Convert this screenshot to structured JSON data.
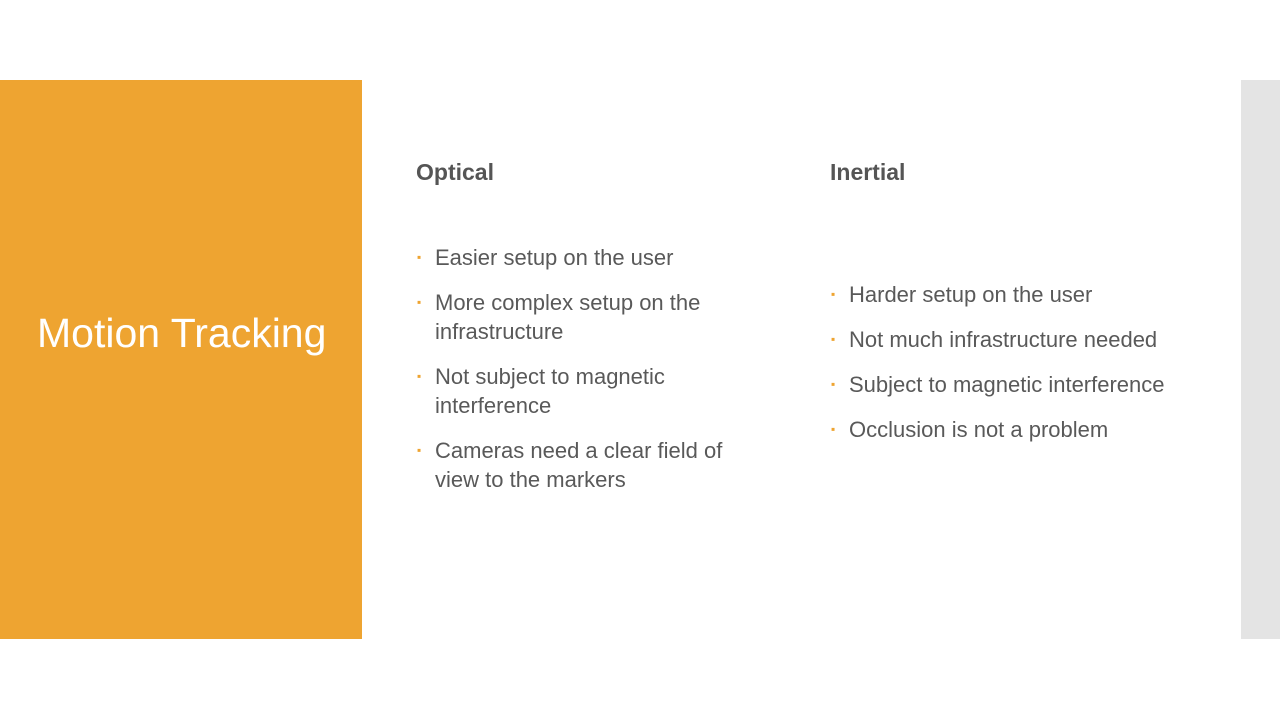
{
  "slide": {
    "title": "Motion Tracking"
  },
  "colors": {
    "accent": "#EEA431",
    "side_strip": "#E4E4E4",
    "text": "#595959",
    "heading": "#555555"
  },
  "bullet_icon": "square-bullet-icon",
  "columns": {
    "optical": {
      "heading": "Optical",
      "items": [
        "Easier setup on the user",
        "More complex setup on the infrastructure",
        "Not subject to magnetic interference",
        "Cameras need a clear field of view to the markers"
      ]
    },
    "inertial": {
      "heading": "Inertial",
      "items": [
        "Harder setup on the user",
        "Not much infrastructure needed",
        "Subject to magnetic interference",
        "Occlusion is not a problem"
      ]
    }
  }
}
